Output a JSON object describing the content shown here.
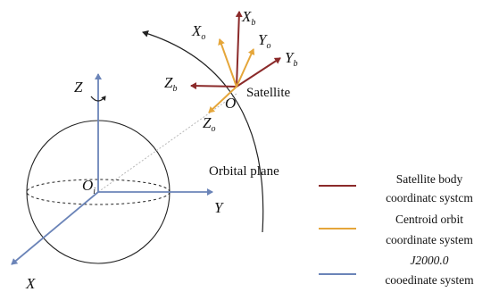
{
  "colors": {
    "body": "#8b2a2a",
    "orbit": "#e5a63a",
    "j2000": "#6b84b8",
    "line": "#222222"
  },
  "axes_j2000": {
    "z": "Z",
    "y": "Y",
    "x": "X",
    "origin": "O",
    "origin_sub": "i"
  },
  "axes_body": {
    "x": "X",
    "x_sub": "b",
    "y": "Y",
    "y_sub": "b",
    "z": "Z",
    "z_sub": "b"
  },
  "axes_orbit": {
    "x": "X",
    "x_sub": "o",
    "y": "Y",
    "y_sub": "o",
    "z": "Z",
    "z_sub": "o"
  },
  "satellite_origin": "O",
  "satellite_label": "Satellite",
  "orbital_plane_label": "Orbital plane",
  "legend": {
    "body_line1": "Satellite body",
    "body_line2": "coordinatc systcm",
    "orbit_line1": "Centroid orbit",
    "orbit_line2": "coordinate system",
    "j2000_line1": "J2000.0",
    "j2000_line2": "cooedinate system"
  }
}
